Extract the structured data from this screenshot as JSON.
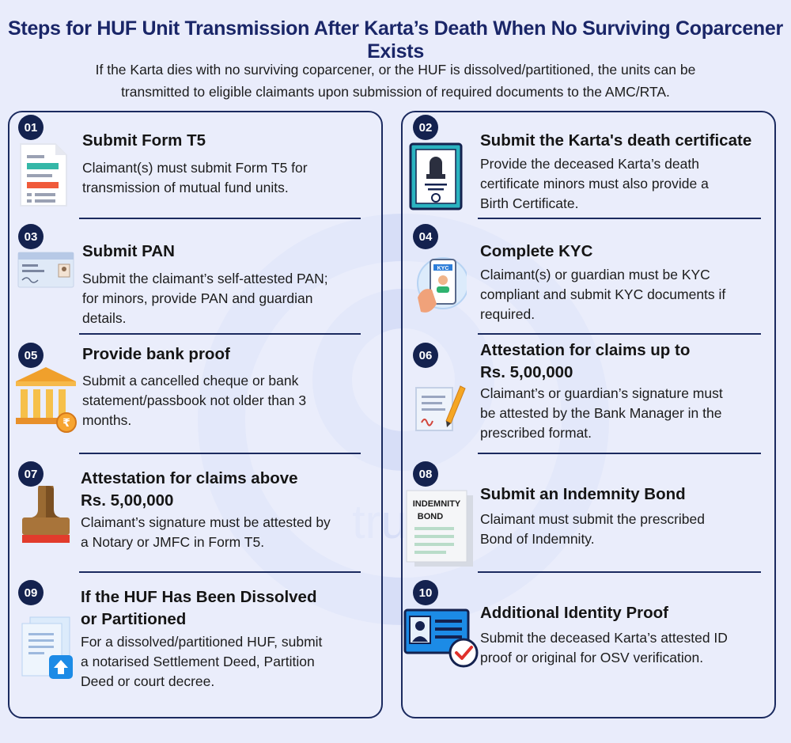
{
  "title": "Steps for HUF Unit Transmission After Karta’s Death When No Surviving Coparcener Exists",
  "subtitle_line1": "If the Karta dies with no surviving coparcener, or the HUF is dissolved/partitioned, the units can be",
  "subtitle_line2": "transmitted to eligible claimants upon submission of required documents to the AMC/RTA.",
  "watermark_text": "true",
  "steps": [
    {
      "number": "01",
      "title": "Submit Form T5",
      "desc": [
        "Claimant(s) must submit Form T5 for",
        "transmission of mutual fund units."
      ]
    },
    {
      "number": "02",
      "title": "Submit the Karta's death certificate",
      "desc": [
        "Provide the deceased Karta’s death",
        "certificate minors must also provide a",
        "Birth Certificate."
      ]
    },
    {
      "number": "03",
      "title": "Submit PAN",
      "desc": [
        "Submit the claimant’s self-attested PAN;",
        "for minors, provide PAN and guardian",
        "details."
      ]
    },
    {
      "number": "04",
      "title": "Complete KYC",
      "desc": [
        "Claimant(s) or guardian must be KYC",
        "compliant and submit KYC documents if",
        "required."
      ]
    },
    {
      "number": "05",
      "title": "Provide bank proof",
      "desc": [
        "Submit a cancelled cheque or bank",
        "statement/passbook not older than 3",
        "months."
      ]
    },
    {
      "number": "06",
      "title": [
        "Attestation for claims up to",
        "Rs. 5,00,000"
      ],
      "desc": [
        "Claimant’s or guardian’s signature must",
        "be attested by the Bank Manager in the",
        "prescribed format."
      ]
    },
    {
      "number": "07",
      "title": [
        "Attestation for claims above",
        "Rs. 5,00,000"
      ],
      "desc": [
        "Claimant’s signature must be attested by",
        "a Notary or JMFC in Form T5."
      ]
    },
    {
      "number": "08",
      "title": "Submit an Indemnity Bond",
      "desc": [
        "Claimant must submit the prescribed",
        "Bond of Indemnity."
      ]
    },
    {
      "number": "09",
      "title": [
        "If the HUF Has Been Dissolved",
        "or Partitioned"
      ],
      "desc": [
        "For a dissolved/partitioned HUF, submit",
        "a notarised Settlement Deed, Partition",
        "Deed or court decree."
      ]
    },
    {
      "number": "10",
      "title": "Additional Identity Proof",
      "desc": [
        "Submit the deceased Karta’s attested ID",
        "proof or original for OSV verification."
      ]
    }
  ],
  "icons": {
    "kyc_label": "KYC",
    "bond_label1": "INDEMNITY",
    "bond_label2": "BOND",
    "rupee_symbol": "₹"
  },
  "colors": {
    "title": "#1a2668",
    "border": "#1b2a5f",
    "badge": "#14224f",
    "background": "#e9ecfb"
  }
}
